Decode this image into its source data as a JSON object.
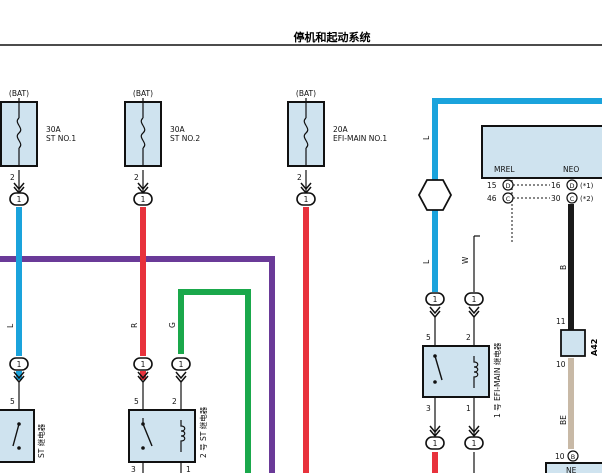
{
  "title": "停机和起动系统",
  "colors": {
    "blue": "#1aa3dc",
    "red": "#e8323c",
    "green": "#1aa84b",
    "purple": "#6a3a98",
    "black": "#1a1a1a",
    "beige": "#c8b9a6",
    "box_fill": "#cfe3ef"
  },
  "fuses": [
    {
      "source": "(BAT)",
      "amp": "30A",
      "name": "ST NO.1",
      "pin": "2",
      "conn": "1",
      "wire": "L"
    },
    {
      "source": "(BAT)",
      "amp": "30A",
      "name": "ST NO.2",
      "pin": "2",
      "conn": "1",
      "wire": "R"
    },
    {
      "source": "(BAT)",
      "amp": "20A",
      "name": "EFI-MAIN NO.1",
      "pin": "2",
      "conn": "1"
    }
  ],
  "wires": {
    "green_label": "G",
    "right_blue_top": "L",
    "right_blue_bottom": "L",
    "white_label": "W",
    "black_label": "B",
    "beige_label": "BE"
  },
  "ecu": {
    "mrel": "MREL",
    "neo": "NEO",
    "rows": [
      {
        "left_num": "15",
        "left_pin": "D",
        "right_num": "16",
        "right_pin": "D",
        "note": "(*1)"
      },
      {
        "left_num": "46",
        "left_pin": "C",
        "right_num": "30",
        "right_pin": "C",
        "note": "(*2)"
      }
    ]
  },
  "relays": {
    "st": {
      "label": "ST 继电器",
      "pin_top": "5",
      "conn": "1"
    },
    "st2": {
      "label": "2 号 ST 继电器",
      "pin_tl": "5",
      "pin_tr": "2",
      "pin_bl": "3",
      "pin_br": "1",
      "conn_l": "1",
      "conn_r": "1"
    },
    "efi": {
      "label": "1 号 EFI-MAIN 继电器",
      "pin_tl": "5",
      "pin_tr": "2",
      "pin_bl": "3",
      "pin_br": "1",
      "conn_top_l": "1",
      "conn_top_r": "1",
      "conn_bot_l": "1",
      "conn_bot_r": "1"
    }
  },
  "connector_a42": {
    "name": "A42",
    "pin_top": "11",
    "pin_bottom": "10"
  },
  "bottom_block": {
    "pin": "10",
    "pin_letter": "B",
    "label": "NE"
  }
}
